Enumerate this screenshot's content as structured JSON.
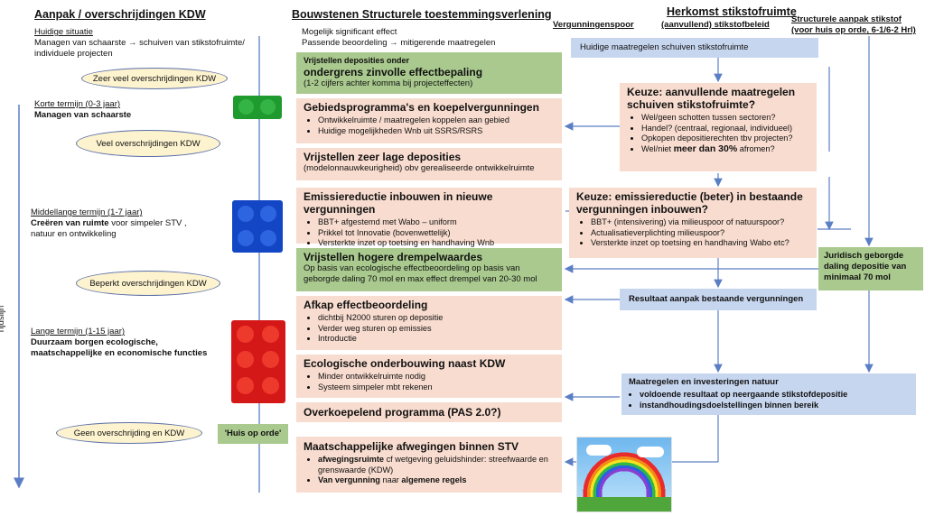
{
  "left": {
    "header": "Aanpak / overschrijdingen KDW",
    "situatie_title": "Huidige situatie",
    "situatie_text": "Managen van schaarste → schuiven van stikstofruimte/ individuele projecten",
    "oval1": "Zeer veel overschrijdingen KDW",
    "kort_title": "Korte termijn (0-3 jaar)",
    "kort_text": "Managen van schaarste",
    "oval2": "Veel overschrijdingen KDW",
    "middel_title": "Middellange termijn (1-7 jaar)",
    "middel_bold": "Creëren van ruimte",
    "middel_rest1": " voor simpeler STV ,",
    "middel_rest2": "natuur en ontwikkeling",
    "oval3": "Beperkt overschrijdingen KDW",
    "lang_title": "Lange termijn (1-15 jaar)",
    "lang_text": "Duurzaam borgen ecologische, maatschappelijke en economische functies",
    "oval4": "Geen overschrijding en KDW",
    "timeline": "Tijdslijn"
  },
  "middle": {
    "header": "Bouwstenen Structurele toestemmingsverlening",
    "line1": "Mogelijk significant effect",
    "line2": "Passende beoordeling → mitigerende maatregelen",
    "b1_small": "Vrijstellen deposities onder",
    "b1_title": "ondergrens zinvolle effectbepaling",
    "b1_text": "(1-2 cijfers achter komma bij projecteffecten)",
    "b2_title": "Gebiedsprogramma's en koepelvergunningen",
    "b2_items": [
      "Ontwikkelruimte / maatregelen koppelen aan gebied",
      "Huidige mogelijkheden Wnb uit SSRS/RSRS"
    ],
    "b3_title": "Vrijstellen zeer lage deposities",
    "b3_text": "(modelonnauwkeurigheid) obv gerealiseerde ontwikkelruimte",
    "b4_title": "Emissiereductie inbouwen in nieuwe vergunningen",
    "b4_items": [
      "BBT+ afgestemd met Wabo – uniform",
      "Prikkel tot Innovatie (bovenwettelijk)",
      "Versterkte inzet op toetsing en handhaving Wnb"
    ],
    "b5_title": "Vrijstellen hogere drempelwaardes",
    "b5_text": "Op basis van ecologische effectbeoordeling op basis van geborgde daling 70 mol en max effect drempel van 20-30 mol",
    "b6_title": "Afkap effectbeoordeling",
    "b6_items": [
      "dichtbij N2000 sturen op depositie",
      "Verder weg sturen op emissies",
      "Introductie"
    ],
    "b7_title": "Ecologische onderbouwing naast KDW",
    "b7_items": [
      "Minder ontwikkelruimte nodig",
      "Systeem simpeler mbt rekenen"
    ],
    "b8_title": "Overkoepelend programma (PAS 2.0?)",
    "huis": "'Huis op orde'",
    "b9_title": "Maatschappelijke afwegingen binnen STV",
    "b9_item1_bold": "afwegingsruimte",
    "b9_item1_rest": " cf wetgeving geluidshinder: streefwaarde en grenswaarde (KDW)",
    "b9_item2_bold": "Van vergunning",
    "b9_item2_mid": " naar ",
    "b9_item2_bold2": "algemene regels"
  },
  "right": {
    "header": "Herkomst stikstofruimte",
    "sub_herkomst": "(aanvullend) stikstofbeleid",
    "sub_spoor": "Vergunningenspoor",
    "sub_struct1": "Structurele aanpak stikstof",
    "sub_struct2": "(voor huis op orde, 6-1/6-2 Hrl)",
    "huidig": "Huidige maatregelen schuiven stikstofruimte",
    "k1_title": "Keuze: aanvullende maatregelen schuiven stikstofruimte?",
    "k1_items": [
      "Wel/geen schotten tussen sectoren?",
      "Handel? (centraal, regionaal, individueel)",
      "Opkopen depositierechten tbv projecten?"
    ],
    "k1_last_pre": "Wel/niet ",
    "k1_last_bold": "meer dan 30%",
    "k1_last_post": " afromen?",
    "k2_title": "Keuze: emissiereductie (beter) in bestaande vergunningen inbouwen?",
    "k2_items": [
      "BBT+ (intensivering) via milieuspoor of natuurspoor?",
      "Actualisatieverplichting milieuspoor?",
      "Versterkte inzet op toetsing en handhaving Wabo etc?"
    ],
    "juridisch": "Juridisch geborgde daling depositie van minimaal 70 mol",
    "resultaat": "Resultaat aanpak bestaande vergunningen",
    "natuur_title": "Maatregelen en investeringen natuur",
    "natuur_items": [
      "voldoende resultaat op neergaande stikstofdepositie",
      "instandhoudingsdoelstellingen binnen bereik"
    ]
  },
  "colors": {
    "peach": "#f8dccf",
    "green": "#a9c98e",
    "blue": "#c7d6ef",
    "oval": "#fdf3cf",
    "arrow": "#5b7fc4"
  }
}
